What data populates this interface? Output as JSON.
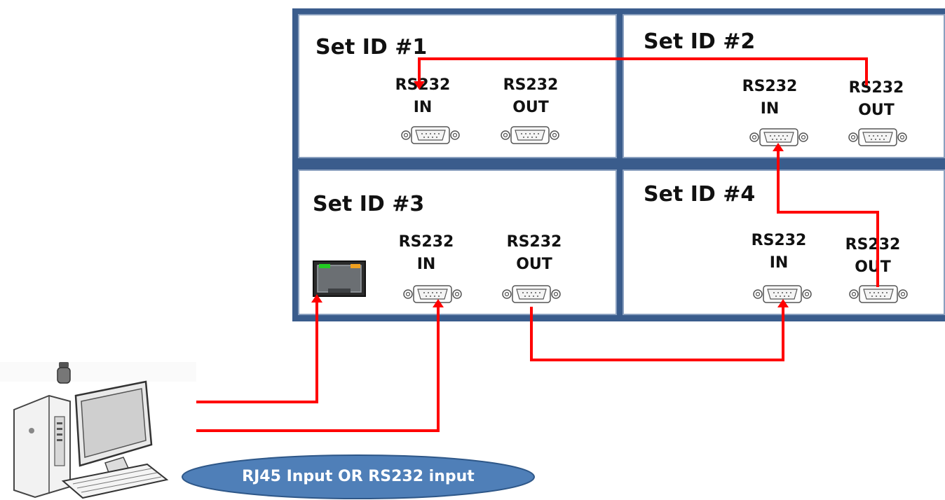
{
  "panels": [
    {
      "title": "Set ID #1",
      "in_label": [
        "RS232",
        "IN"
      ],
      "out_label": [
        "RS232",
        "OUT"
      ]
    },
    {
      "title": "Set ID #2",
      "in_label": [
        "RS232",
        "IN"
      ],
      "out_label": [
        "RS232",
        "OUT"
      ]
    },
    {
      "title": "Set ID #3",
      "in_label": [
        "RS232",
        "IN"
      ],
      "out_label": [
        "RS232",
        "OUT"
      ]
    },
    {
      "title": "Set ID #4",
      "in_label": [
        "RS232",
        "IN"
      ],
      "out_label": [
        "RS232",
        "OUT"
      ]
    }
  ],
  "input_caption": "RJ45 Input OR RS232 input",
  "colors": {
    "wire": "#ff0000",
    "wall_frame": "#3a5c8c",
    "panel_border": "#8aa0bf",
    "pill_fill": "#4f7fb8",
    "pill_border": "#2e5788",
    "led_green": "#22cc22",
    "led_orange": "#f0a020"
  },
  "icons": {
    "connector": "db9-serial-connector-icon",
    "network": "rj45-ethernet-port-icon",
    "computer": "desktop-computer-icon"
  }
}
